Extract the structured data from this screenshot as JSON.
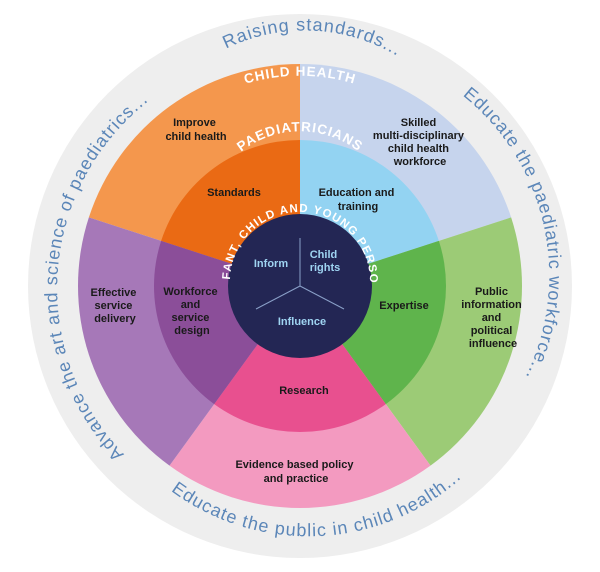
{
  "outer_ring": {
    "top": "Raising standards...",
    "right": "Educate the paediatric workforce...",
    "bottom": "Educate the public  in child health...",
    "left": "Advance the art and science of paediatrics..."
  },
  "ring_titles": {
    "outer": "CHILD HEALTH",
    "middle": "PAEDIATRICIANS",
    "center": "INFANT, CHILD AND YOUNG PERSON"
  },
  "outer_segments": [
    {
      "lines": [
        "Improve",
        "child health"
      ],
      "color": "#f4974d"
    },
    {
      "lines": [
        "Skilled",
        "multi-disciplinary",
        "child health",
        "workforce"
      ],
      "color": "#c6d4ed"
    },
    {
      "lines": [
        "Public",
        "information",
        "and",
        "political",
        "influence"
      ],
      "color": "#9ccb76"
    },
    {
      "lines": [
        "Evidence based policy",
        "and practice"
      ],
      "color": "#f39ac0"
    },
    {
      "lines": [
        "Effective",
        "service",
        "delivery"
      ],
      "color": "#a678b8"
    }
  ],
  "middle_segments": [
    {
      "lines": [
        "Standards"
      ],
      "color": "#ea6a14"
    },
    {
      "lines": [
        "Education and",
        "training"
      ],
      "color": "#93d3f2"
    },
    {
      "lines": [
        "Expertise"
      ],
      "color": "#5fb44c"
    },
    {
      "lines": [
        "Research"
      ],
      "color": "#e8508f"
    },
    {
      "lines": [
        "Workforce",
        "and",
        "service",
        "design"
      ],
      "color": "#8b4e99"
    }
  ],
  "center": {
    "color": "#232654",
    "labels": {
      "inform": [
        "Inform"
      ],
      "child_rights": [
        "Child",
        "rights"
      ],
      "influence": [
        "Influence"
      ]
    }
  },
  "colors": {
    "outer_band": "#eeeeee",
    "outer_text": "#5b86b8"
  }
}
